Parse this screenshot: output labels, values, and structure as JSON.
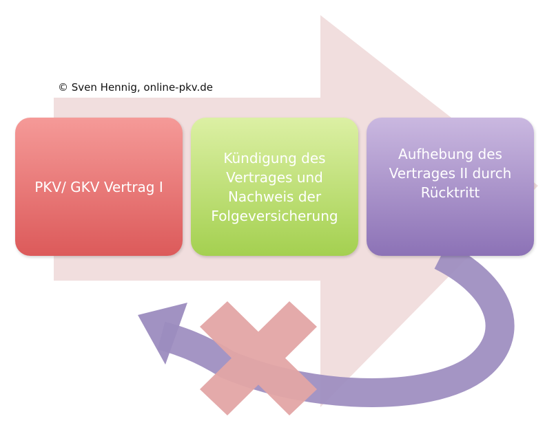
{
  "copyright": "© Sven Hennig, online-pkv.de",
  "boxes": [
    {
      "lines": [
        "PKV/ GKV Vertrag I"
      ]
    },
    {
      "lines": [
        "Kündigung des",
        "Vertrages und",
        "Nachweis der",
        "Folgeversicherung"
      ]
    },
    {
      "lines": [
        "Aufhebung des",
        "Vertrages II durch",
        "Rücktritt"
      ]
    }
  ],
  "colors": {
    "big_arrow": "#f0dada",
    "box1_top": "#f59a98",
    "box1_bottom": "#dc5a5a",
    "box2_top": "#dcf0a4",
    "box2_bottom": "#a4d050",
    "box3_top": "#cab8e0",
    "box3_bottom": "#8c72b6",
    "return_arrow": "#9c8cbf",
    "cross": "#e3a6a6"
  }
}
